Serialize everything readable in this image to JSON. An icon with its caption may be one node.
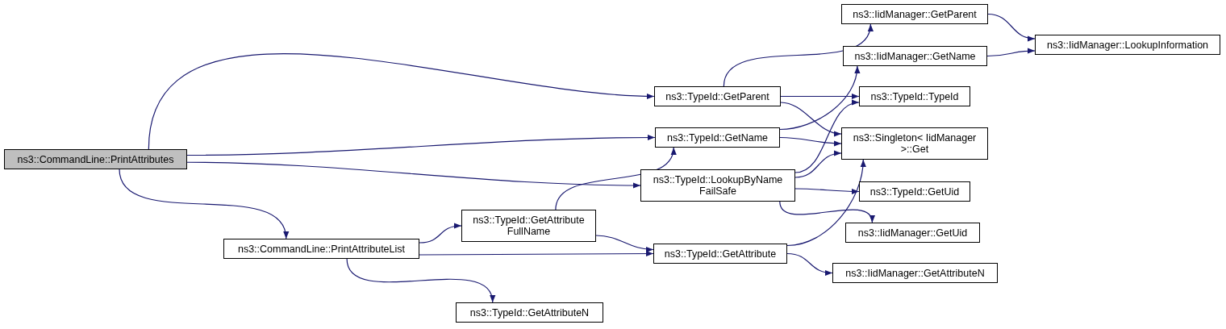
{
  "diagram": {
    "nodes": [
      {
        "text": [
          "ns3::CommandLine::PrintAttributes"
        ]
      },
      {
        "text": [
          "ns3::CommandLine::PrintAttributeList"
        ]
      },
      {
        "text": [
          "ns3::TypeId::GetAttribute FullName"
        ]
      },
      {
        "text": [
          "ns3::TypeId::GetAttributeN"
        ]
      },
      {
        "text": [
          "ns3::TypeId::GetParent"
        ]
      },
      {
        "text": [
          "ns3::TypeId::GetName"
        ]
      },
      {
        "text": [
          "ns3::TypeId::LookupByName FailSafe"
        ]
      },
      {
        "text": [
          "ns3::TypeId::GetAttribute"
        ]
      },
      {
        "text": [
          "ns3::IidManager::GetParent"
        ]
      },
      {
        "text": [
          "ns3::IidManager::GetName"
        ]
      },
      {
        "text": [
          "ns3::TypeId::TypeId"
        ]
      },
      {
        "text": [
          "ns3::Singleton< IidManager >::Get"
        ]
      },
      {
        "text": [
          "ns3::TypeId::GetUid"
        ]
      },
      {
        "text": [
          "ns3::IidManager::GetUid"
        ]
      },
      {
        "text": [
          "ns3::IidManager::GetAttributeN"
        ]
      },
      {
        "text": [
          "ns3::IidManager::LookupInformation"
        ]
      }
    ],
    "edges": [
      {
        "from": 0,
        "to": 4,
        "arrow": "to"
      },
      {
        "from": 0,
        "to": 5,
        "arrow": "to"
      },
      {
        "from": 0,
        "to": 6,
        "arrow": "to"
      },
      {
        "from": 0,
        "to": 1,
        "arrow": "to"
      },
      {
        "from": 1,
        "to": 2,
        "arrow": "to"
      },
      {
        "from": 1,
        "to": 7,
        "arrow": "to"
      },
      {
        "from": 1,
        "to": 3,
        "arrow": "to"
      },
      {
        "from": 2,
        "to": 5,
        "arrow": "to"
      },
      {
        "from": 2,
        "to": 7,
        "arrow": "to"
      },
      {
        "from": 4,
        "to": 8,
        "arrow": "to"
      },
      {
        "from": 4,
        "to": 10,
        "arrow": "to"
      },
      {
        "from": 4,
        "to": 11,
        "arrow": "to"
      },
      {
        "from": 5,
        "to": 9,
        "arrow": "to"
      },
      {
        "from": 5,
        "to": 11,
        "arrow": "to"
      },
      {
        "from": 6,
        "to": 10,
        "arrow": "to"
      },
      {
        "from": 6,
        "to": 11,
        "arrow": "to"
      },
      {
        "from": 6,
        "to": 12,
        "arrow": "to"
      },
      {
        "from": 6,
        "to": 13,
        "arrow": "to"
      },
      {
        "from": 7,
        "to": 11,
        "arrow": "to"
      },
      {
        "from": 7,
        "to": 14,
        "arrow": "to"
      },
      {
        "from": 8,
        "to": 15,
        "arrow": "to"
      },
      {
        "from": 9,
        "to": 15,
        "arrow": "to"
      }
    ]
  }
}
